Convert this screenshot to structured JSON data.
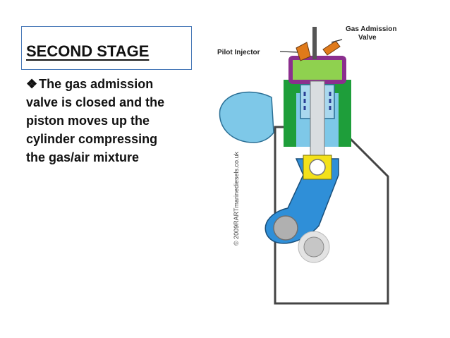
{
  "title": "SECOND STAGE",
  "bullet": {
    "glyph": "❖",
    "text": "The gas admission valve is closed and the piston moves up the cylinder compressing the gas/air mixture"
  },
  "diagram": {
    "labels": {
      "gas_admission_line1": "Gas Admission",
      "gas_admission_line2": "Valve",
      "pilot_injector": "Pilot Injector",
      "copyright": "© 2009RARTmarinediesels.co.uk"
    },
    "colors": {
      "cylinder_head": "#1e9e3a",
      "combustion_gas": "#8fd14f",
      "purple_valve": "#8b2f8e",
      "cooling_blue": "#7ec8e8",
      "connecting_rod": "#2f8fd8",
      "bearing_yellow": "#f3e11a",
      "injector_orange": "#e07a1a",
      "crankcase_outline": "#444444"
    }
  }
}
